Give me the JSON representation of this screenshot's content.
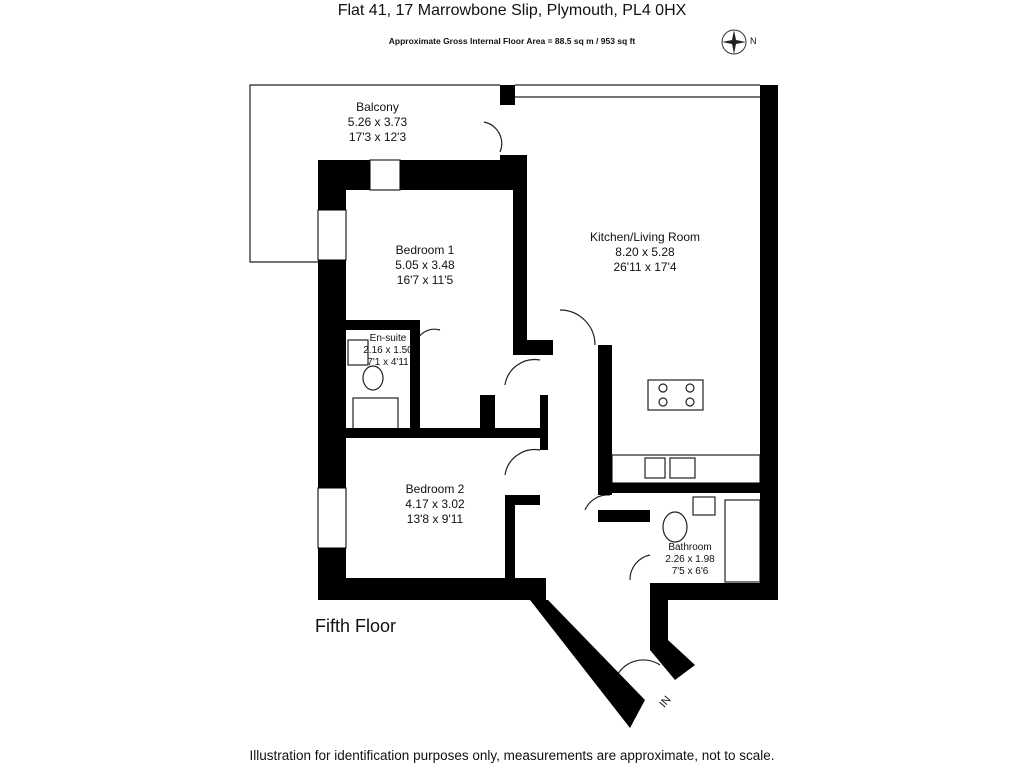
{
  "header": {
    "title": "Flat 41, 17 Marrowbone Slip, Plymouth, PL4 0HX",
    "area": "Approximate Gross Internal Floor Area  = 88.5 sq m / 953 sq ft",
    "compass_label": "N"
  },
  "rooms": [
    {
      "name": "Balcony",
      "metric": "5.26 x 3.73",
      "imperial": "17'3 x 12'3"
    },
    {
      "name": "Bedroom 1",
      "metric": "5.05 x 3.48",
      "imperial": "16'7 x 11'5"
    },
    {
      "name": "En-suite",
      "metric": "2.16 x 1.50",
      "imperial": "7'1 x 4'11"
    },
    {
      "name": "Kitchen/Living Room",
      "metric": "8.20 x 5.28",
      "imperial": "26'11 x 17'4"
    },
    {
      "name": "Bedroom 2",
      "metric": "4.17 x 3.02",
      "imperial": "13'8 x 9'11"
    },
    {
      "name": "Bathroom",
      "metric": "2.26 x 1.98",
      "imperial": "7'5 x 6'6"
    }
  ],
  "floor_label": "Fifth Floor",
  "entrance_label": "IN",
  "footer": "Illustration for identification purposes only, measurements are approximate, not to scale."
}
